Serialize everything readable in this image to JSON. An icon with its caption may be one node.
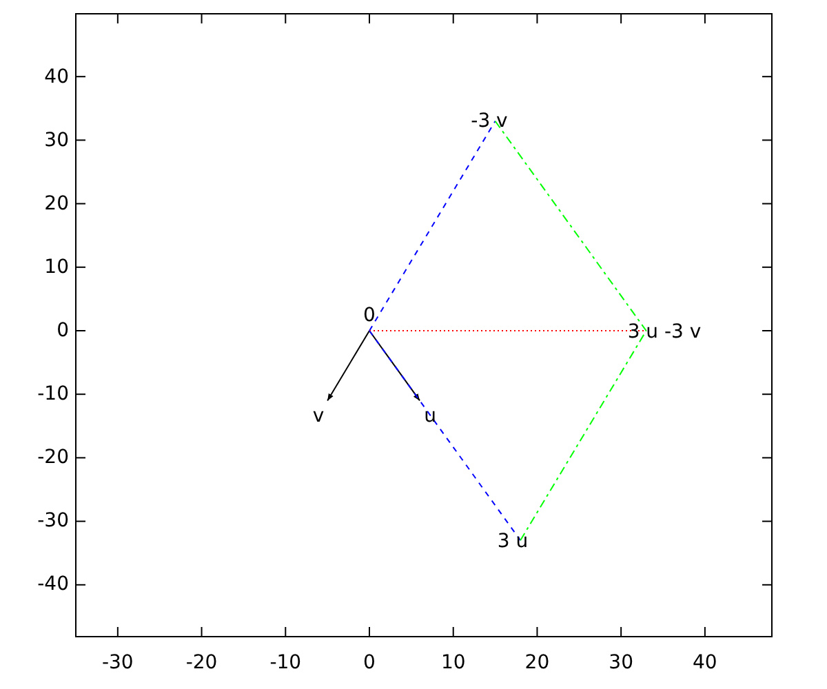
{
  "diagram": {
    "nodes": [
      {
        "text": [
          "-3 v"
        ]
      },
      {
        "text": [
          "0"
        ]
      },
      {
        "text": [
          "3 u -3 v"
        ]
      },
      {
        "text": [
          "v"
        ]
      },
      {
        "text": [
          "u"
        ]
      },
      {
        "text": [
          "3 u"
        ]
      }
    ],
    "edges": [
      {
        "from": 1,
        "to": 3,
        "arrow": "to"
      },
      {
        "from": 1,
        "to": 4,
        "arrow": "to"
      },
      {
        "from": 1,
        "to": 0,
        "arrow": "none",
        "style": "dashed",
        "color": "#0000ff"
      },
      {
        "from": 0,
        "to": 2,
        "arrow": "none",
        "style": "dashed",
        "color": "#00ff00"
      },
      {
        "from": 1,
        "to": 2,
        "arrow": "none",
        "style": "dashed",
        "color": "#ff0000"
      },
      {
        "from": 1,
        "to": 5,
        "arrow": "none",
        "style": "dashed",
        "color": "#0000ff"
      },
      {
        "from": 5,
        "to": 2,
        "arrow": "none",
        "style": "dashed",
        "color": "#00ff00"
      }
    ],
    "labels": [
      "40",
      "30",
      "20",
      "10",
      "0",
      "-10",
      "-20",
      "-30",
      "-40",
      "-30",
      "-20",
      "-10",
      "0",
      "10",
      "20",
      "30",
      "40"
    ]
  }
}
